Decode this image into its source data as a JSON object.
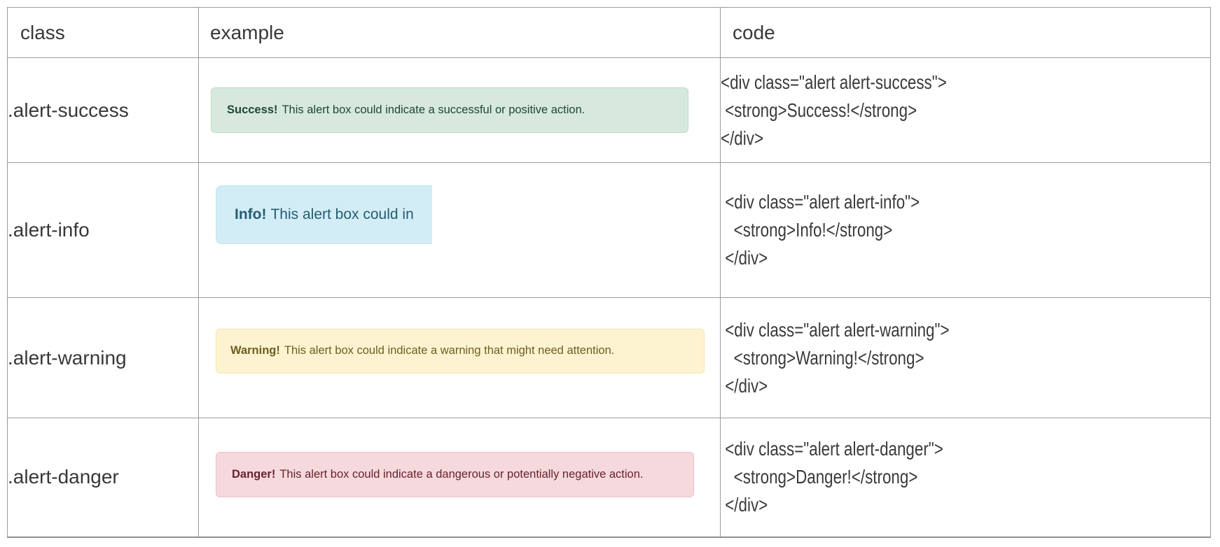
{
  "table": {
    "border_color": "#9b9b9b",
    "text_color": "#383838",
    "headers": [
      {
        "label": "class"
      },
      {
        "label": "example"
      },
      {
        "label": "code"
      }
    ],
    "rows": [
      {
        "class_name": ".alert-success",
        "alert_title": "Success!",
        "alert_text": "This alert box could indicate a successful or positive action.",
        "alert_colors": {
          "background": "#d7e9dd",
          "border": "#bed8c8",
          "text": "#1e4634"
        },
        "code_lines": [
          "<div class=\"alert alert-success\">",
          " <strong>Success!</strong>",
          "</div>"
        ]
      },
      {
        "class_name": ".alert-info",
        "alert_title": "Info!",
        "alert_text": "This alert box could in",
        "alert_colors": {
          "background": "#d3edf6",
          "border": "#c3e4ee",
          "text": "#265d72"
        },
        "code_lines": [
          " <div class=\"alert alert-info\">",
          "   <strong>Info!</strong>",
          " </div>"
        ]
      },
      {
        "class_name": ".alert-warning",
        "alert_title": "Warning!",
        "alert_text": "This alert box could indicate a warning that might need attention.",
        "alert_colors": {
          "background": "#fdf3d0",
          "border": "#f2e5b1",
          "text": "#6d5e20"
        },
        "code_lines": [
          " <div class=\"alert alert-warning\">",
          "   <strong>Warning!</strong>",
          " </div>"
        ]
      },
      {
        "class_name": ".alert-danger",
        "alert_title": "Danger!",
        "alert_text": "This alert box could indicate a dangerous or potentially negative action.",
        "alert_colors": {
          "background": "#f6d9dd",
          "border": "#eac2c9",
          "text": "#67222f"
        },
        "code_lines": [
          " <div class=\"alert alert-danger\">",
          "   <strong>Danger!</strong>",
          " </div>"
        ]
      }
    ]
  }
}
